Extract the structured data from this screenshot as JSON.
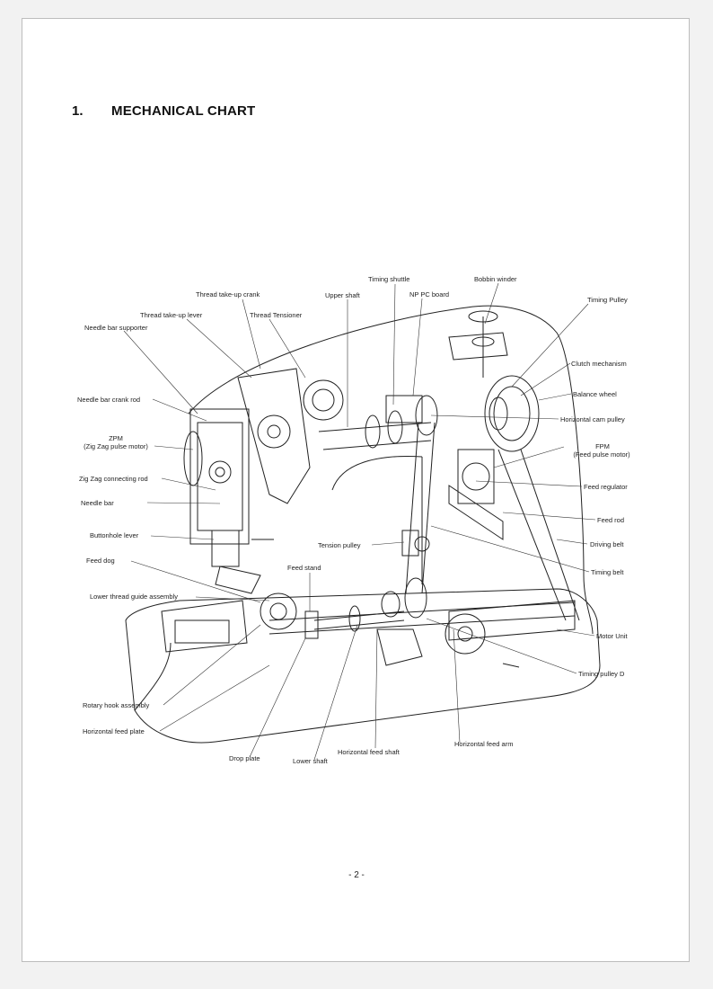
{
  "header": {
    "number": "1.",
    "title": "MECHANICAL CHART"
  },
  "labels": {
    "timing_shuttle": "Timing shuttle",
    "bobbin_winder": "Bobbin winder",
    "thread_takeup_crank": "Thread take-up crank",
    "upper_shaft": "Upper shaft",
    "np_pc_board": "NP PC board",
    "timing_pulley": "Timing Pulley",
    "thread_takeup_lever": "Thread take-up lever",
    "thread_tensioner": "Thread Tensioner",
    "needle_bar_supporter": "Needle bar supporter",
    "clutch_mechanism": "Clutch mechanism",
    "balance_wheel": "Balance wheel",
    "needle_bar_crank_rod": "Needle bar crank rod",
    "horizontal_cam_pulley": "Horizontal cam pulley",
    "zpm": "ZPM",
    "zpm_full": "(Zig Zag pulse motor)",
    "fpm": "FPM",
    "fpm_full": "(Feed pulse motor)",
    "zigzag_connecting_rod": "Zig Zag connecting rod",
    "feed_regulator": "Feed regulator",
    "needle_bar": "Needle bar",
    "feed_rod": "Feed rod",
    "buttonhole_lever": "Buttonhole lever",
    "driving_belt": "Driving belt",
    "tension_pulley": "Tension pulley",
    "feed_dog": "Feed dog",
    "timing_belt": "Timing belt",
    "feed_stand": "Feed stand",
    "lower_thread_guide": "Lower thread guide assembly",
    "motor_unit": "Motor Unit",
    "timing_pulley_d": "Timing pulley D",
    "rotary_hook": "Rotary hook assembly",
    "horizontal_feed_plate": "Horizontal feed plate",
    "horizontal_feed_arm": "Horizontal feed arm",
    "horizontal_feed_shaft": "Horizontal feed shaft",
    "drop_plate": "Drop plate",
    "lower_shaft": "Lower shaft"
  },
  "footer": {
    "page": "- 2 -"
  }
}
